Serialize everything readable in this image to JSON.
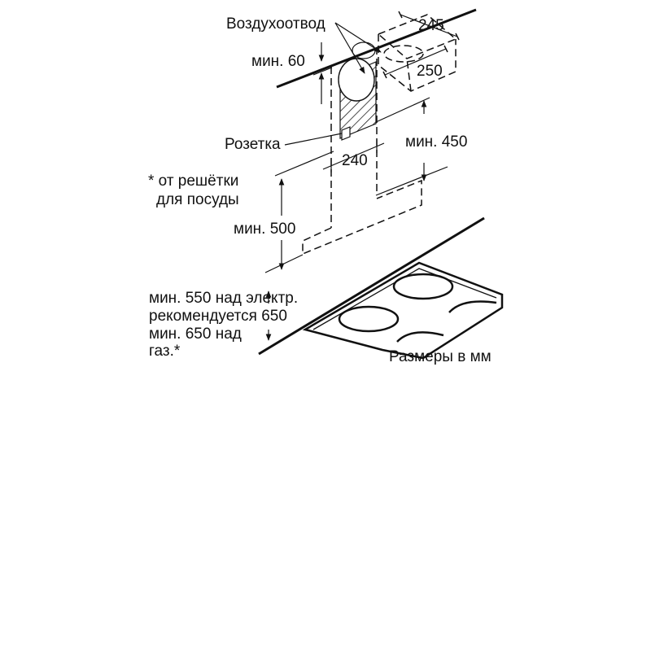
{
  "labels": {
    "air_outlet": "Воздухоотвод",
    "min60": "мин. 60",
    "socket": "Розетка",
    "dim_245": "245",
    "dim_250": "250",
    "dim_240": "240",
    "min450": "мин. 450",
    "grid_note_1": "* от решётки",
    "grid_note_2": "для посуды",
    "min500": "мин. 500",
    "elec_1": "мин. 550 над электр.",
    "elec_2": "рекомендуется 650",
    "gas_1": "мин. 650 над",
    "gas_2": "газ.*",
    "units": "Размеры в мм"
  }
}
